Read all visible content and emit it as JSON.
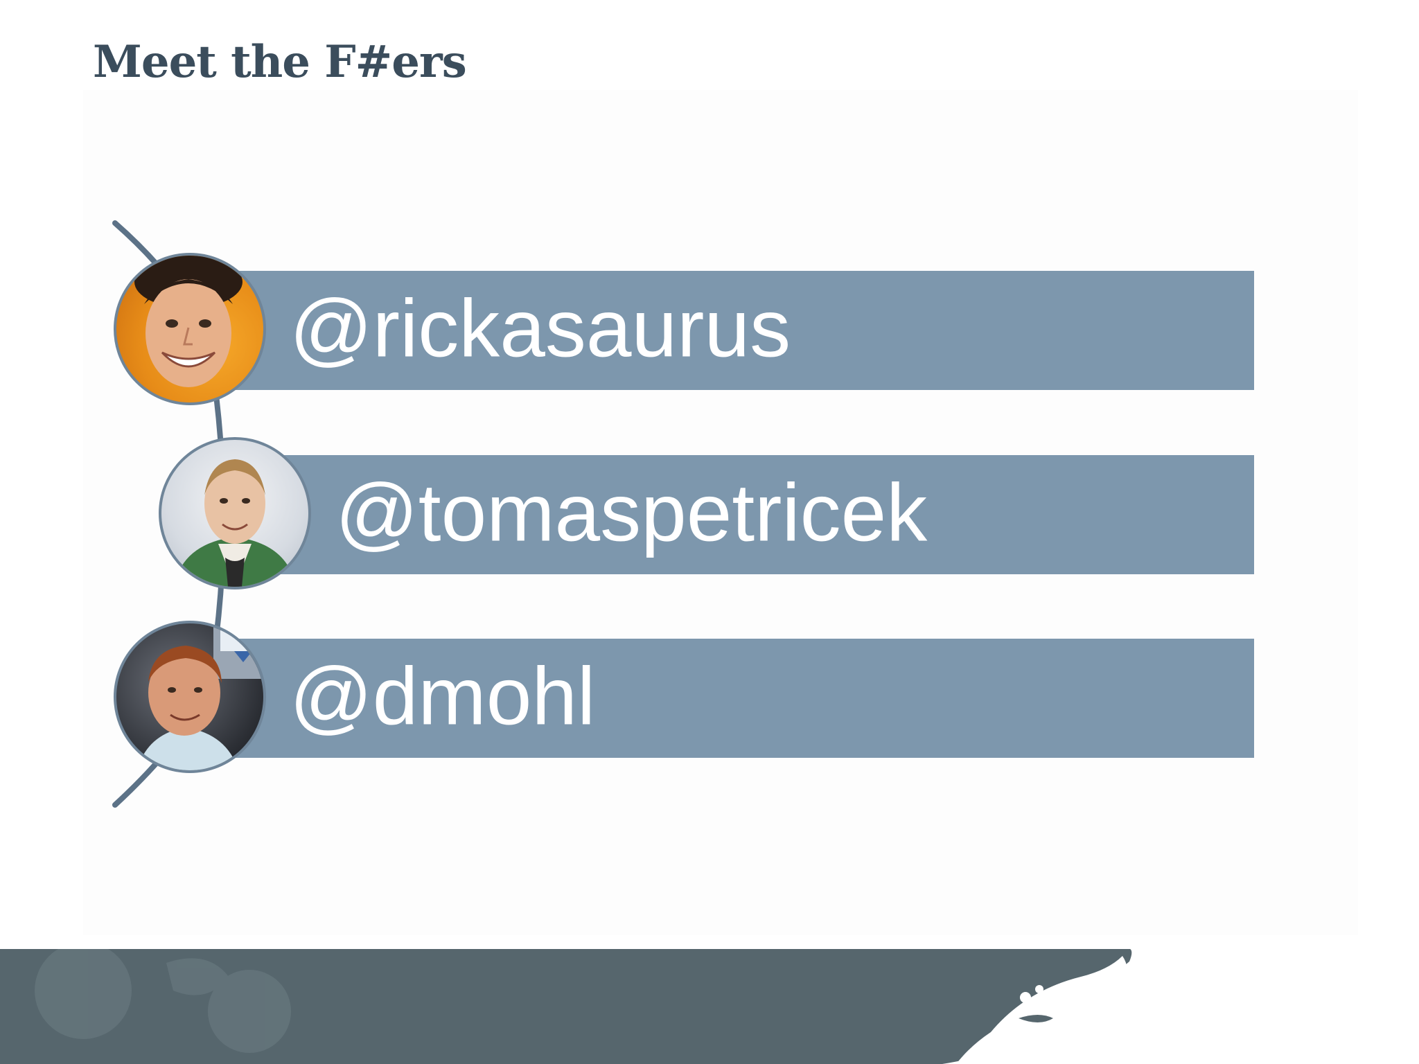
{
  "slide": {
    "title": "Meet the F#ers"
  },
  "people": [
    {
      "handle": "@rickasaurus"
    },
    {
      "handle": "@tomaspetricek"
    },
    {
      "handle": "@dmohl"
    }
  ],
  "theme": {
    "title_color": "#3b4d5c",
    "bar_color": "#7d97ad",
    "handle_text_color": "#ffffff",
    "footer_color": "#56666d"
  }
}
